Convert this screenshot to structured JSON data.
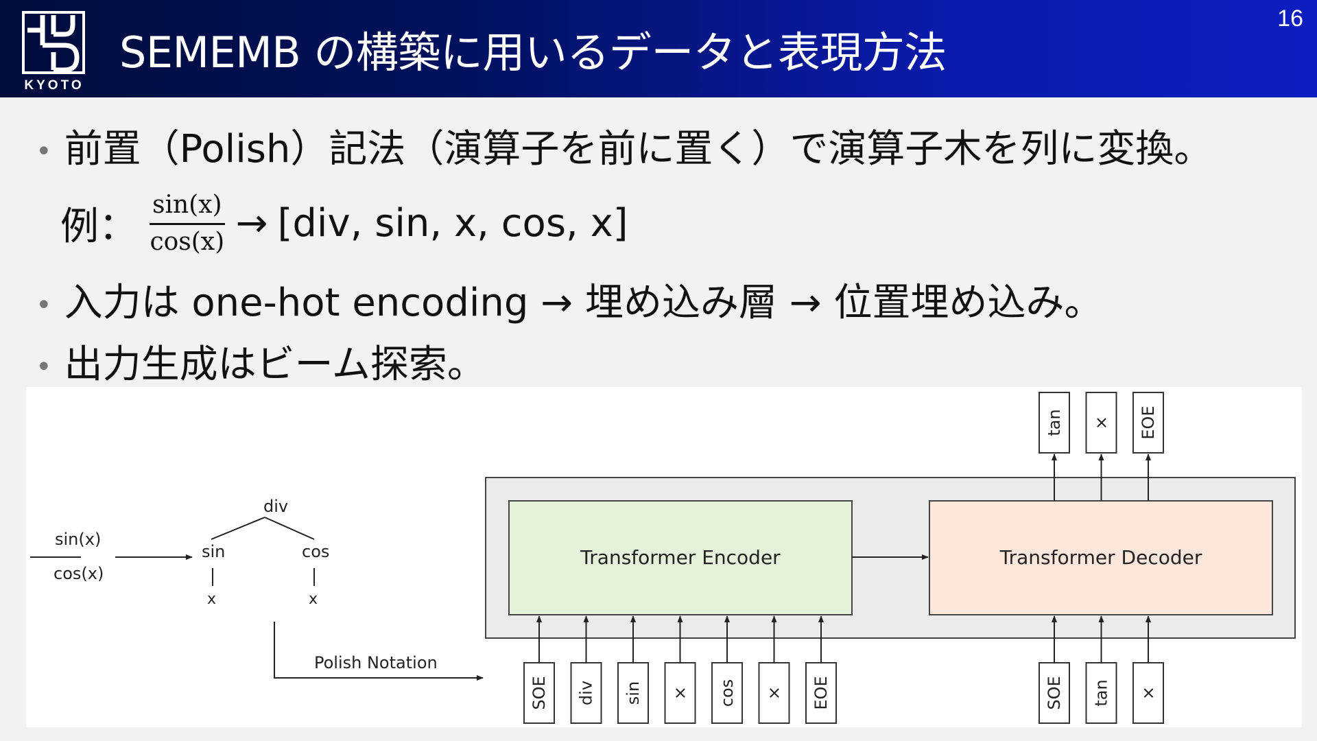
{
  "header": {
    "logo_text": "KYOTO",
    "title": "SEMEMB の構築に用いるデータと表現方法",
    "page_number": "16"
  },
  "bullets": [
    "前置（Polish）記法（演算子を前に置く）で演算子木を列に変換。",
    "入力は one-hot encoding → 埋め込み層 → 位置埋め込み。",
    "出力生成はビーム探索。"
  ],
  "example": {
    "label": "例：",
    "numerator": "sin(x)",
    "denominator": "cos(x)",
    "arrow": "→",
    "sequence": "[div, sin, x, cos, x]"
  },
  "diagram": {
    "fraction_numerator": "sin(x)",
    "fraction_denominator": "cos(x)",
    "tree": {
      "root": "div",
      "left": "sin",
      "right": "cos",
      "left_leaf": "x",
      "right_leaf": "x"
    },
    "polish_label": "Polish Notation",
    "encoder_label": "Transformer Encoder",
    "decoder_label": "Transformer Decoder",
    "encoder_inputs": [
      "SOE",
      "div",
      "sin",
      "×",
      "cos",
      "×",
      "EOE"
    ],
    "decoder_inputs": [
      "SOE",
      "tan",
      "×"
    ],
    "decoder_outputs": [
      "tan",
      "×",
      "EOE"
    ],
    "colors": {
      "encoder_fill": "#e5f1db",
      "decoder_fill": "#fde7dc",
      "container_fill": "#ebebeb"
    }
  }
}
